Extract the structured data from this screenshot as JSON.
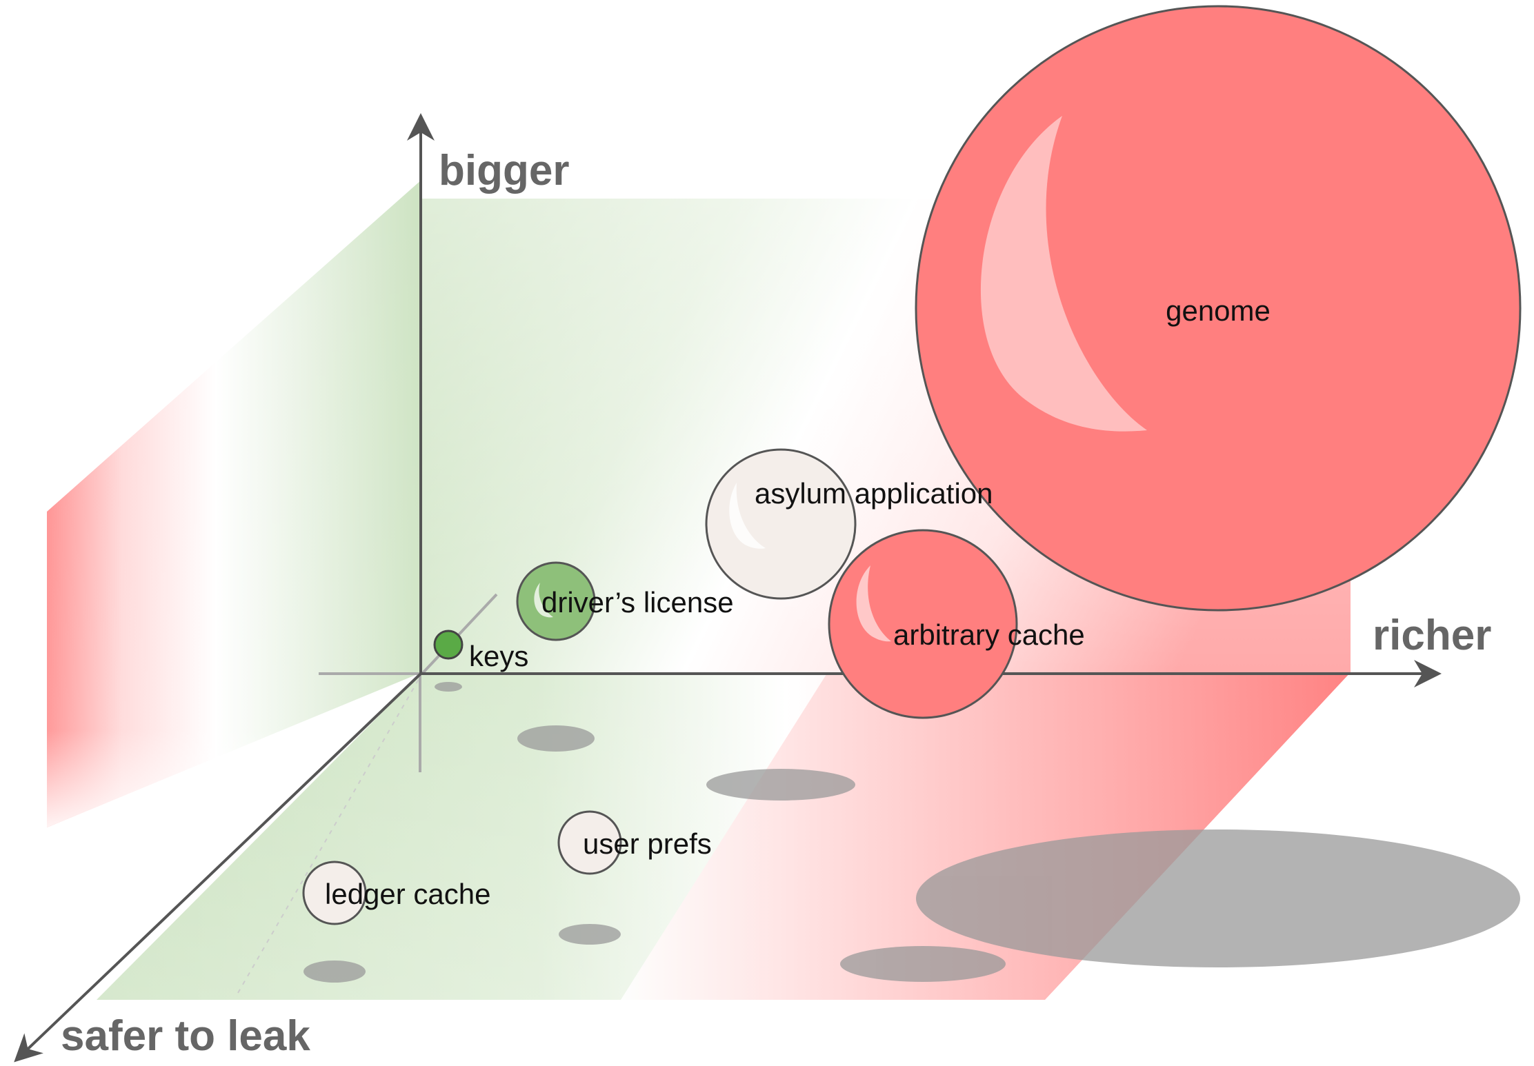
{
  "diagram": {
    "axes": {
      "vertical": "bigger",
      "horizontal": "richer",
      "depth": "safer to leak"
    },
    "items": [
      {
        "label": "genome",
        "color": "#ff7f7f",
        "category": "risky"
      },
      {
        "label": "asylum application",
        "color": "#f4eeea",
        "category": "neutral"
      },
      {
        "label": "arbitrary cache",
        "color": "#ff7f7f",
        "category": "risky"
      },
      {
        "label": "driver’s license",
        "color": "#8ec07a",
        "category": "safe"
      },
      {
        "label": "keys",
        "color": "#5aaa46",
        "category": "safe"
      },
      {
        "label": "user prefs",
        "color": "#f4eeea",
        "category": "neutral"
      },
      {
        "label": "ledger cache",
        "color": "#f4eeea",
        "category": "neutral"
      }
    ],
    "colors": {
      "risky": "#ff7f7f",
      "safe_region": "#cfe4c4",
      "axis": "#555555",
      "shadow": "#999999"
    }
  }
}
